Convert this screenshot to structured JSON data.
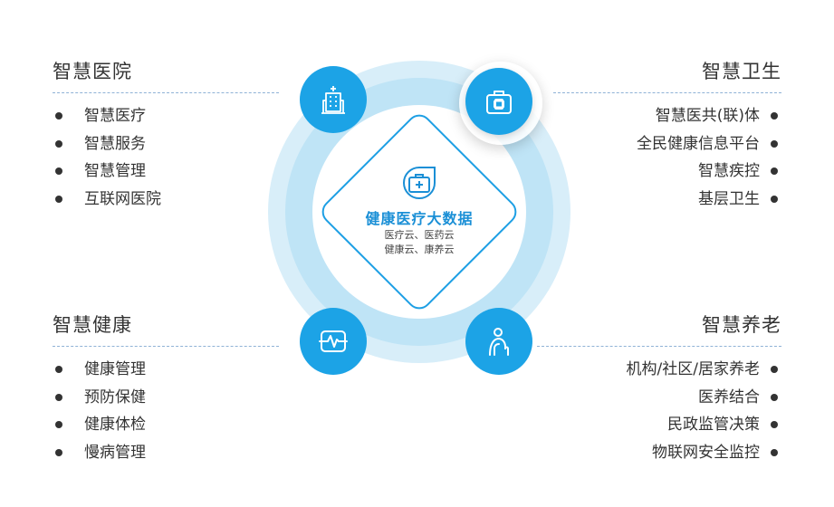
{
  "sections": {
    "hospital": {
      "title": "智慧医院",
      "items": [
        "智慧医疗",
        "智慧服务",
        "智慧管理",
        "互联网医院"
      ]
    },
    "wellness": {
      "title": "智慧卫生",
      "items": [
        "智慧医共(联)体",
        "全民健康信息平台",
        "智慧疾控",
        "基层卫生"
      ]
    },
    "health": {
      "title": "智慧健康",
      "items": [
        "健康管理",
        "预防保健",
        "健康体检",
        "慢病管理"
      ]
    },
    "elderly": {
      "title": "智慧养老",
      "items": [
        "机构/社区/居家养老",
        "医养结合",
        "民政监管决策",
        "物联网安全监控"
      ]
    }
  },
  "center": {
    "title": "健康医疗大数据",
    "sub1": "医疗云、医药云",
    "sub2": "健康云、康养云"
  },
  "icons": {
    "hospital": "hospital-building-icon",
    "medkit": "medical-kit-icon",
    "monitor": "heartbeat-monitor-icon",
    "elderly": "elderly-person-icon",
    "center": "medical-kit-icon"
  },
  "colors": {
    "accent": "#1ca3e6",
    "ring_outer": "#d8eef9",
    "ring_mid": "#bfe4f6",
    "center_title": "#1a8fd6",
    "divider": "#8fb2d6"
  }
}
